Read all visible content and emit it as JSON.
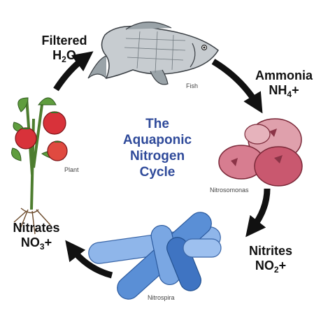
{
  "title": {
    "line1": "The",
    "line2": "Aquaponic",
    "line3": "Nitrogen",
    "line4": "Cycle"
  },
  "labels": {
    "filtered_word": "Filtered",
    "water_base": "H",
    "water_sub": "2",
    "water_tail": "O",
    "ammonia_word": "Ammonia",
    "ammonia_base": "NH",
    "ammonia_sub": "4",
    "ammonia_tail": "+",
    "nitrites_word": "Nitrites",
    "nitrites_base": "NO",
    "nitrites_sub": "2",
    "nitrites_tail": "+",
    "nitrates_word": "Nitrates",
    "nitrates_base": "NO",
    "nitrates_sub": "3",
    "nitrates_tail": "+"
  },
  "captions": {
    "fish": "Fish",
    "plant": "Plant",
    "nitrosomonas": "Nitrosomonas",
    "nitrospira": "Nitrospira"
  },
  "colors": {
    "title": "#2f4a9a",
    "arrow": "#111111",
    "fish": "#9aa3a8",
    "tomato": "#d8323a",
    "leaf": "#5f9d3e",
    "nitrosomonas": "#c9586f",
    "nitrospira": "#5a8fd6"
  }
}
